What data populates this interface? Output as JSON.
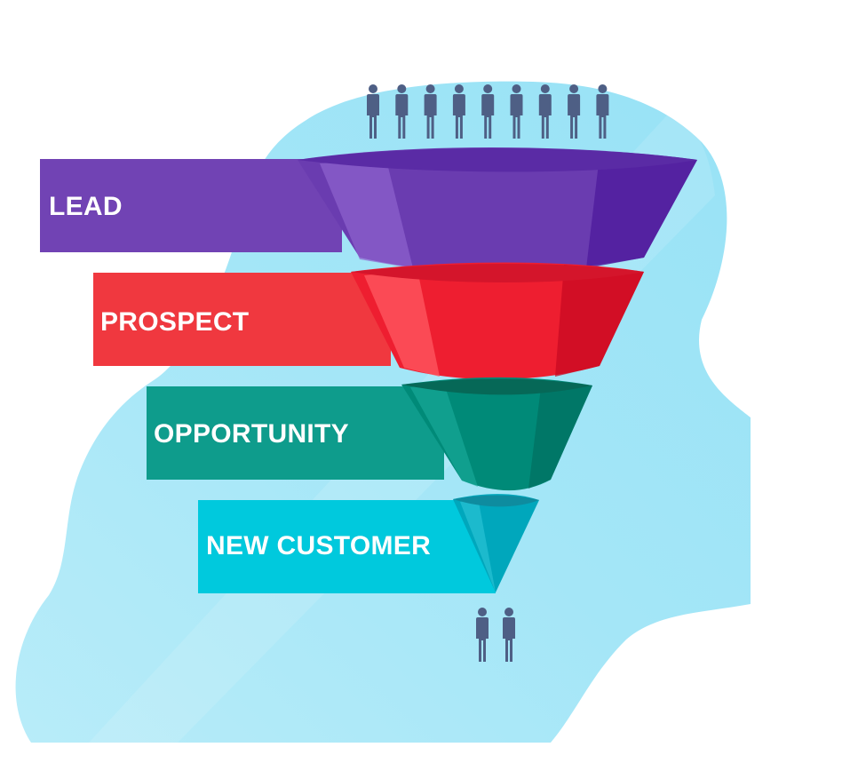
{
  "diagram": {
    "type": "sales-funnel",
    "stages": [
      {
        "id": "lead",
        "label": "LEAD",
        "color": "#7143B4"
      },
      {
        "id": "prospect",
        "label": "PROSPECT",
        "color": "#F0283C"
      },
      {
        "id": "opportunity",
        "label": "OPPORTUNITY",
        "color": "#0E9C8C"
      },
      {
        "id": "customer",
        "label": "NEW CUSTOMER",
        "color": "#00C9DD"
      }
    ],
    "people_in": 9,
    "people_out": 2,
    "people_icon": "person-icon",
    "background_color": "#A4E6F7",
    "people_color": "#4E5F85"
  }
}
